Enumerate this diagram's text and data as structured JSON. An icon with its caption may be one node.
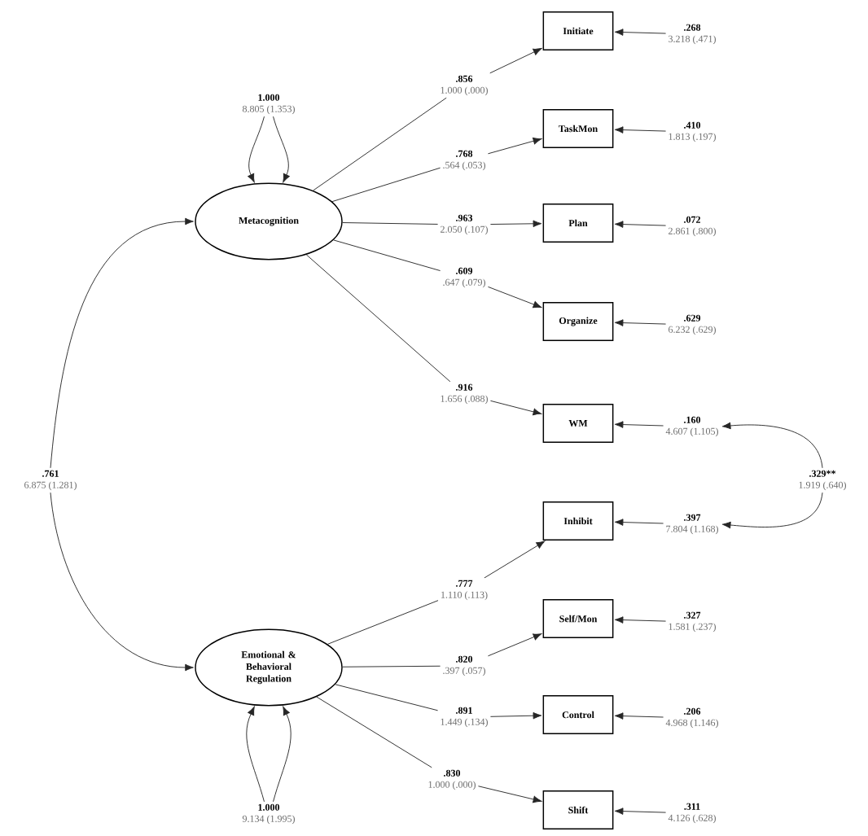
{
  "diagram": {
    "nodes": [
      {
        "text": [
          "1.000",
          "8.805 (1.353)"
        ]
      },
      {
        "text": [
          "Metacognition"
        ]
      },
      {
        "text": [
          ".761",
          "6.875 (1.281)"
        ]
      },
      {
        "text": [
          "Emotional & Behavioral Regulation"
        ]
      },
      {
        "text": [
          "1.000",
          "9.134 (1.995)"
        ]
      },
      {
        "text": [
          "Initiate"
        ]
      },
      {
        "text": [
          "TaskMon"
        ]
      },
      {
        "text": [
          "Plan"
        ]
      },
      {
        "text": [
          "Organize"
        ]
      },
      {
        "text": [
          "WM"
        ]
      },
      {
        "text": [
          "Inhibit"
        ]
      },
      {
        "text": [
          "Self/Mon"
        ]
      },
      {
        "text": [
          "Control"
        ]
      },
      {
        "text": [
          "Shift"
        ]
      },
      {
        "text": [
          ".856",
          "1.000 (.000)"
        ]
      },
      {
        "text": [
          ".768",
          ".564 (.053)"
        ]
      },
      {
        "text": [
          ".963",
          "2.050 (.107)"
        ]
      },
      {
        "text": [
          ".609",
          ".647 (.079)"
        ]
      },
      {
        "text": [
          ".916",
          "1.656 (.088)"
        ]
      },
      {
        "text": [
          ".777",
          "1.110 (.113)"
        ]
      },
      {
        "text": [
          ".820",
          ".397 (.057)"
        ]
      },
      {
        "text": [
          ".891",
          "1.449 (.134)"
        ]
      },
      {
        "text": [
          ".830",
          "1.000 (.000)"
        ]
      },
      {
        "text": [
          ".268",
          "3.218 (.471)"
        ]
      },
      {
        "text": [
          ".410",
          "1.813 (.197)"
        ]
      },
      {
        "text": [
          ".072",
          "2.861 (.800)"
        ]
      },
      {
        "text": [
          ".629",
          "6.232 (.629)"
        ]
      },
      {
        "text": [
          ".160",
          "4.607 (1.105)"
        ]
      },
      {
        "text": [
          ".397",
          "7.804 (1.168)"
        ]
      },
      {
        "text": [
          ".327",
          "1.581 (.237)"
        ]
      },
      {
        "text": [
          ".206",
          "4.968 (1.146)"
        ]
      },
      {
        "text": [
          ".311",
          "4.126 (.628)"
        ]
      },
      {
        "text": [
          ".329**",
          "1.919 (.640)"
        ]
      }
    ],
    "edges": [
      {
        "from": 0,
        "to": 1,
        "arrow": "to"
      },
      {
        "from": 0,
        "to": 1,
        "arrow": "to"
      },
      {
        "from": 2,
        "to": 1,
        "arrow": "to"
      },
      {
        "from": 2,
        "to": 3,
        "arrow": "to"
      },
      {
        "from": 4,
        "to": 3,
        "arrow": "to"
      },
      {
        "from": 4,
        "to": 3,
        "arrow": "to"
      },
      {
        "from": 1,
        "to": 14,
        "arrow": "none"
      },
      {
        "from": 1,
        "to": 15,
        "arrow": "none"
      },
      {
        "from": 1,
        "to": 16,
        "arrow": "none"
      },
      {
        "from": 1,
        "to": 17,
        "arrow": "none"
      },
      {
        "from": 1,
        "to": 18,
        "arrow": "none"
      },
      {
        "from": 14,
        "to": 5,
        "arrow": "to"
      },
      {
        "from": 15,
        "to": 6,
        "arrow": "to"
      },
      {
        "from": 16,
        "to": 7,
        "arrow": "to"
      },
      {
        "from": 17,
        "to": 8,
        "arrow": "to"
      },
      {
        "from": 18,
        "to": 9,
        "arrow": "to"
      },
      {
        "from": 3,
        "to": 19,
        "arrow": "none"
      },
      {
        "from": 3,
        "to": 20,
        "arrow": "none"
      },
      {
        "from": 3,
        "to": 21,
        "arrow": "none"
      },
      {
        "from": 3,
        "to": 22,
        "arrow": "none"
      },
      {
        "from": 19,
        "to": 10,
        "arrow": "to"
      },
      {
        "from": 20,
        "to": 11,
        "arrow": "to"
      },
      {
        "from": 21,
        "to": 12,
        "arrow": "to"
      },
      {
        "from": 22,
        "to": 13,
        "arrow": "to"
      },
      {
        "from": 23,
        "to": 5,
        "arrow": "to"
      },
      {
        "from": 24,
        "to": 6,
        "arrow": "to"
      },
      {
        "from": 25,
        "to": 7,
        "arrow": "to"
      },
      {
        "from": 26,
        "to": 8,
        "arrow": "to"
      },
      {
        "from": 27,
        "to": 9,
        "arrow": "to"
      },
      {
        "from": 28,
        "to": 10,
        "arrow": "to"
      },
      {
        "from": 29,
        "to": 11,
        "arrow": "to"
      },
      {
        "from": 30,
        "to": 12,
        "arrow": "to"
      },
      {
        "from": 31,
        "to": 13,
        "arrow": "to"
      },
      {
        "from": 32,
        "to": 27,
        "arrow": "to"
      },
      {
        "from": 32,
        "to": 28,
        "arrow": "to"
      }
    ]
  }
}
